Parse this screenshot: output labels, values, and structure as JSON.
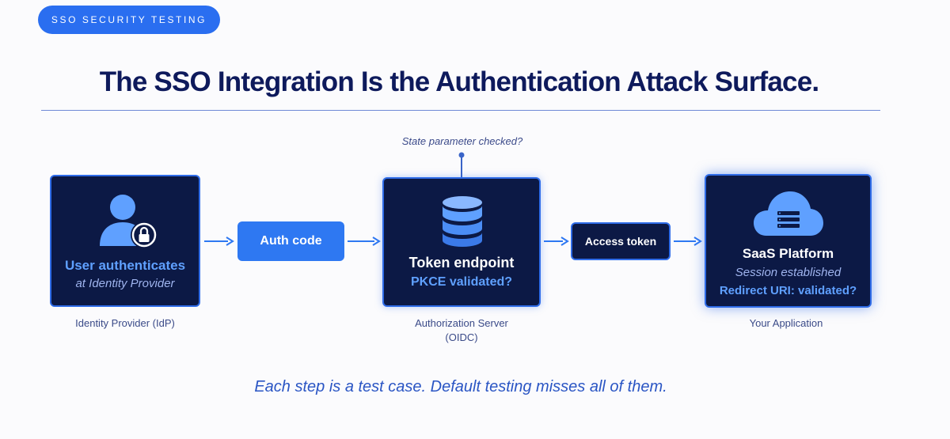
{
  "badge": "SSO SECURITY TESTING",
  "title": "The SSO Integration Is the Authentication Attack Surface.",
  "annotation": "State parameter checked?",
  "nodes": {
    "idp": {
      "icon": "user-lock-icon",
      "title": "User authenticates",
      "subtitle": "at Identity Provider",
      "caption": "Identity Provider (IdP)"
    },
    "auth_code": {
      "label": "Auth code"
    },
    "token": {
      "icon": "database-icon",
      "title": "Token endpoint",
      "subtitle": "PKCE validated?",
      "caption_line1": "Authorization Server",
      "caption_line2": "(OIDC)"
    },
    "access_token": {
      "label": "Access token"
    },
    "saas": {
      "icon": "cloud-server-icon",
      "title": "SaaS Platform",
      "subtitle": "Session established",
      "detail": "Redirect URI: validated?",
      "caption": "Your Application"
    }
  },
  "footer": "Each step is a test case. Default testing misses all of them.",
  "colors": {
    "navy": "#0c1945",
    "accent": "#2e78f2",
    "title": "#0e1a5c",
    "highlight": "#5fa0ff"
  }
}
